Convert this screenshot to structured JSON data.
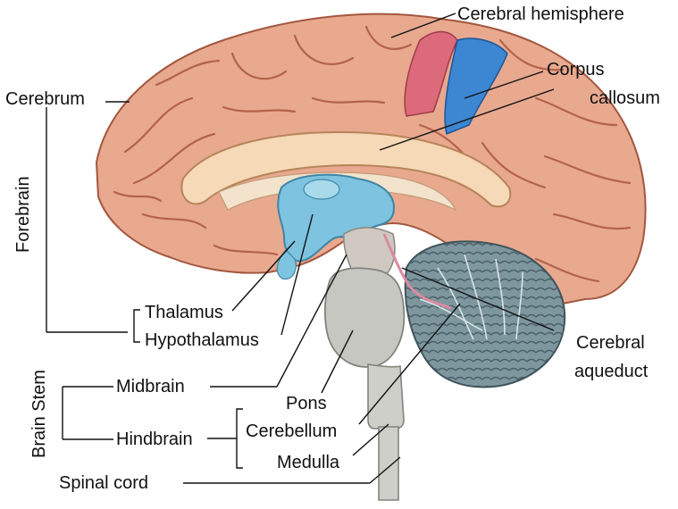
{
  "labels": {
    "cerebral_hemisphere": "Cerebral hemisphere",
    "corpus": "Corpus",
    "callosum": "callosum",
    "cerebrum": "Cerebrum",
    "forebrain": "Forebrain",
    "thalamus": "Thalamus",
    "hypothalamus": "Hypothalamus",
    "cerebral": "Cerebral",
    "aqueduct": "aqueduct",
    "brain_stem": "Brain Stem",
    "midbrain": "Midbrain",
    "pons": "Pons",
    "hindbrain": "Hindbrain",
    "cerebellum": "Cerebellum",
    "medulla": "Medulla",
    "spinal_cord": "Spinal cord"
  },
  "colors": {
    "cortex": "#e8a98f",
    "cortex_fold": "#c9785e",
    "corpus_callosum": "#f6d9b6",
    "ventricle": "#7ec3df",
    "hemisphere_red": "#dd6a7b",
    "hemisphere_blue": "#3c86d2",
    "cerebellum": "#6f8b93",
    "brainstem": "#c7c7c1",
    "spinal_cord": "#cfcfc9"
  }
}
